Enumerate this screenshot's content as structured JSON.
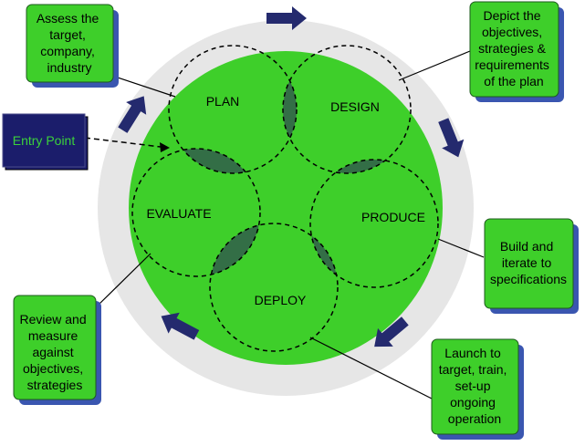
{
  "phases": {
    "plan": "PLAN",
    "design": "DESIGN",
    "produce": "PRODUCE",
    "deploy": "DEPLOY",
    "evaluate": "EVALUATE"
  },
  "entry_point": "Entry Point",
  "callouts": {
    "plan": [
      "Assess the",
      "target,",
      "company,",
      "industry"
    ],
    "design": [
      "Depict the",
      "objectives,",
      "strategies &",
      "requirements",
      "of the plan"
    ],
    "produce": [
      "Build and",
      "iterate to",
      "specifications"
    ],
    "deploy": [
      "Launch to",
      "target, train,",
      "set-up",
      "ongoing",
      "operation"
    ],
    "evaluate": [
      "Review and",
      "measure",
      "against",
      "objectives,",
      "strategies"
    ]
  },
  "colors": {
    "outer_ring": "#e6e6e6",
    "main_green": "#3ecf2a",
    "overlap_green": "#336e46",
    "callout_fill": "#3ecf2a",
    "callout_shadow": "#3a56b0",
    "arrow_fill": "#242a6e",
    "entry_fill": "#1b1d6b"
  },
  "icons": [
    "arrow-right-icon",
    "arrow-down-right-icon",
    "arrow-down-left-icon",
    "arrow-left-icon",
    "arrow-up-right-icon"
  ]
}
